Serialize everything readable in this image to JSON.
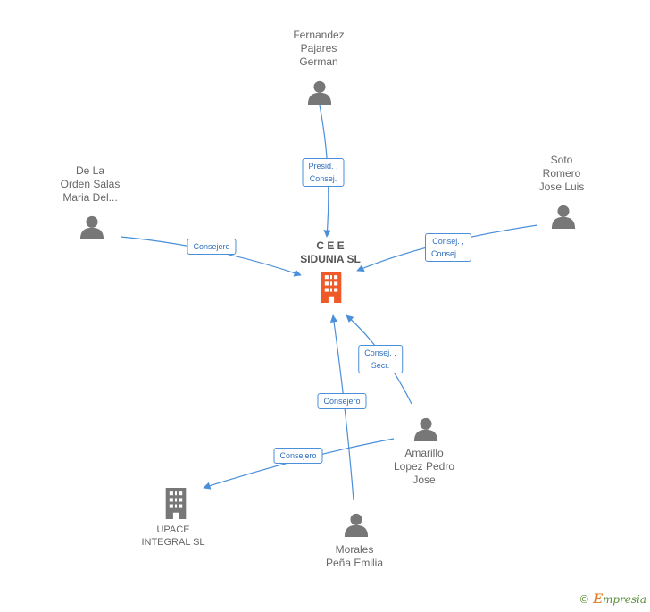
{
  "center": {
    "name_lines": [
      "C E E",
      "SIDUNIA SL"
    ],
    "icon": "building-icon",
    "color": "#f05a28"
  },
  "people": [
    {
      "id": "fernandez",
      "lines": [
        "Fernandez",
        "Pajares",
        "German"
      ],
      "icon": "person-icon"
    },
    {
      "id": "delaorden",
      "lines": [
        "De La",
        "Orden Salas",
        "Maria Del..."
      ],
      "icon": "person-icon"
    },
    {
      "id": "soto",
      "lines": [
        "Soto",
        "Romero",
        "Jose Luis"
      ],
      "icon": "person-icon"
    },
    {
      "id": "amarillo",
      "lines": [
        "Amarillo",
        "Lopez Pedro",
        "Jose"
      ],
      "icon": "person-icon"
    },
    {
      "id": "morales",
      "lines": [
        "Morales",
        "Peña Emilia"
      ],
      "icon": "person-icon"
    }
  ],
  "companies": [
    {
      "id": "upace",
      "lines": [
        "UPACE",
        "INTEGRAL SL"
      ],
      "icon": "building-icon",
      "color": "#777777"
    }
  ],
  "edges": [
    {
      "id": "e1",
      "lines": [
        "Presid. ,",
        "Consej."
      ]
    },
    {
      "id": "e2",
      "lines": [
        "Consejero"
      ]
    },
    {
      "id": "e3",
      "lines": [
        "Consej. ,",
        "Consej...."
      ]
    },
    {
      "id": "e4",
      "lines": [
        "Consej. ,",
        "Secr."
      ]
    },
    {
      "id": "e5",
      "lines": [
        "Consejero"
      ]
    },
    {
      "id": "e6",
      "lines": [
        "Consejero"
      ]
    }
  ],
  "colors": {
    "edge": "#4a8fd9",
    "person": "#777777"
  },
  "footer": {
    "copyright": "©",
    "brand_first": "E",
    "brand_rest": "mpresia"
  }
}
